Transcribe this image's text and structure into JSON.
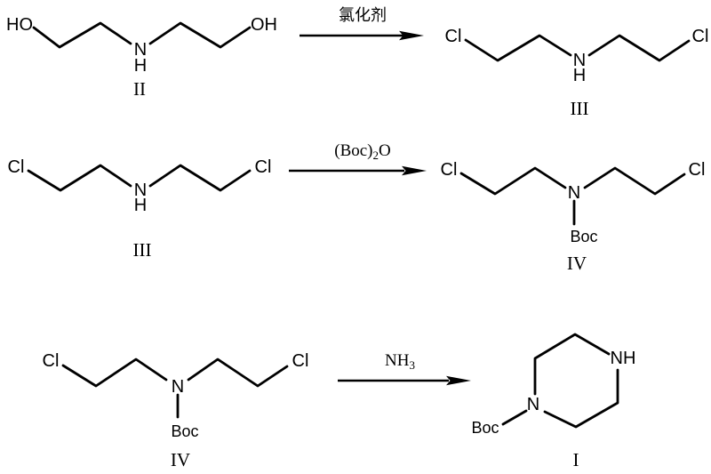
{
  "colors": {
    "background": "#ffffff",
    "ink": "#000000"
  },
  "molecules": {
    "II": {
      "left_group": "HO",
      "amine_n": "N",
      "amine_h": "H",
      "right_group": "OH",
      "label": "II"
    },
    "III": {
      "left_group": "Cl",
      "amine_n": "N",
      "amine_h": "H",
      "right_group": "Cl",
      "label": "III"
    },
    "IV": {
      "left_group": "Cl",
      "amine_n": "N",
      "n_substituent": "Boc",
      "right_group": "Cl",
      "label": "IV"
    },
    "I": {
      "ring_n": "N",
      "ring_nh": "NH",
      "n_substituent": "Boc",
      "label": "I"
    }
  },
  "reactions": {
    "step1": {
      "reagent": "氯化剂"
    },
    "step2": {
      "reagent_base": "(Boc)",
      "reagent_sub": "2",
      "reagent_tail": "O"
    },
    "step3": {
      "reagent_base": "NH",
      "reagent_sub": "3"
    }
  }
}
